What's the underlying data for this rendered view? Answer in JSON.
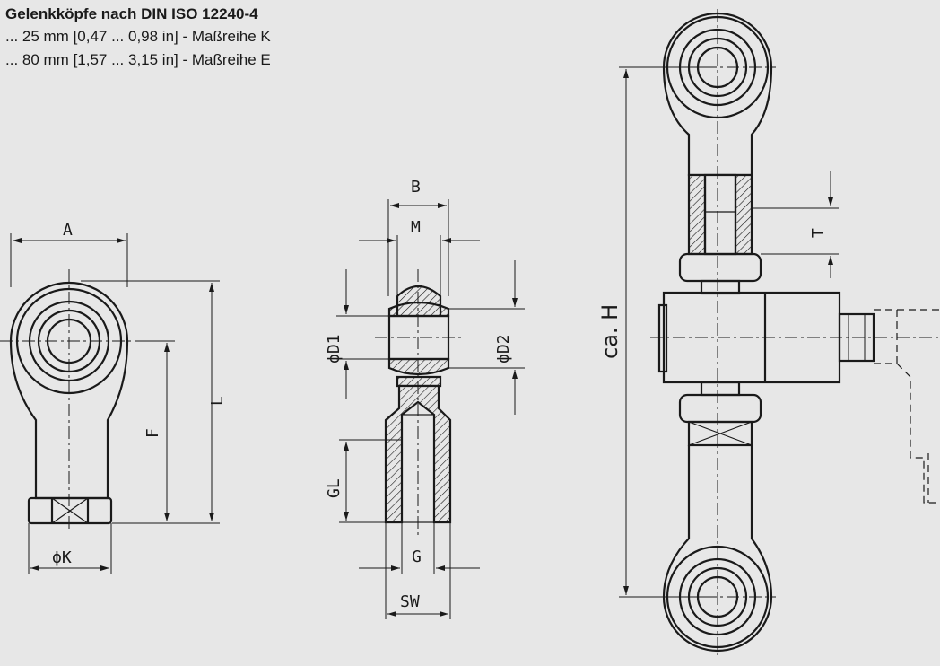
{
  "heading": {
    "title": "Gelenkköpfe nach DIN ISO 12240-4",
    "line1": "... 25 mm [0,47 ... 0,98 in] - Maßreihe K",
    "line2": "... 80 mm [1,57 ... 3,15 in] - Maßreihe E"
  },
  "dimensions": {
    "A": "A",
    "F": "F",
    "L": "L",
    "K": "ϕK",
    "B": "B",
    "M": "M",
    "D1": "ϕD1",
    "D2": "ϕD2",
    "GL": "GL",
    "G": "G",
    "SW": "SW",
    "T": "T",
    "H": "ca. H"
  },
  "colors": {
    "background": "#e7e7e7",
    "line": "#1a1a1a"
  }
}
